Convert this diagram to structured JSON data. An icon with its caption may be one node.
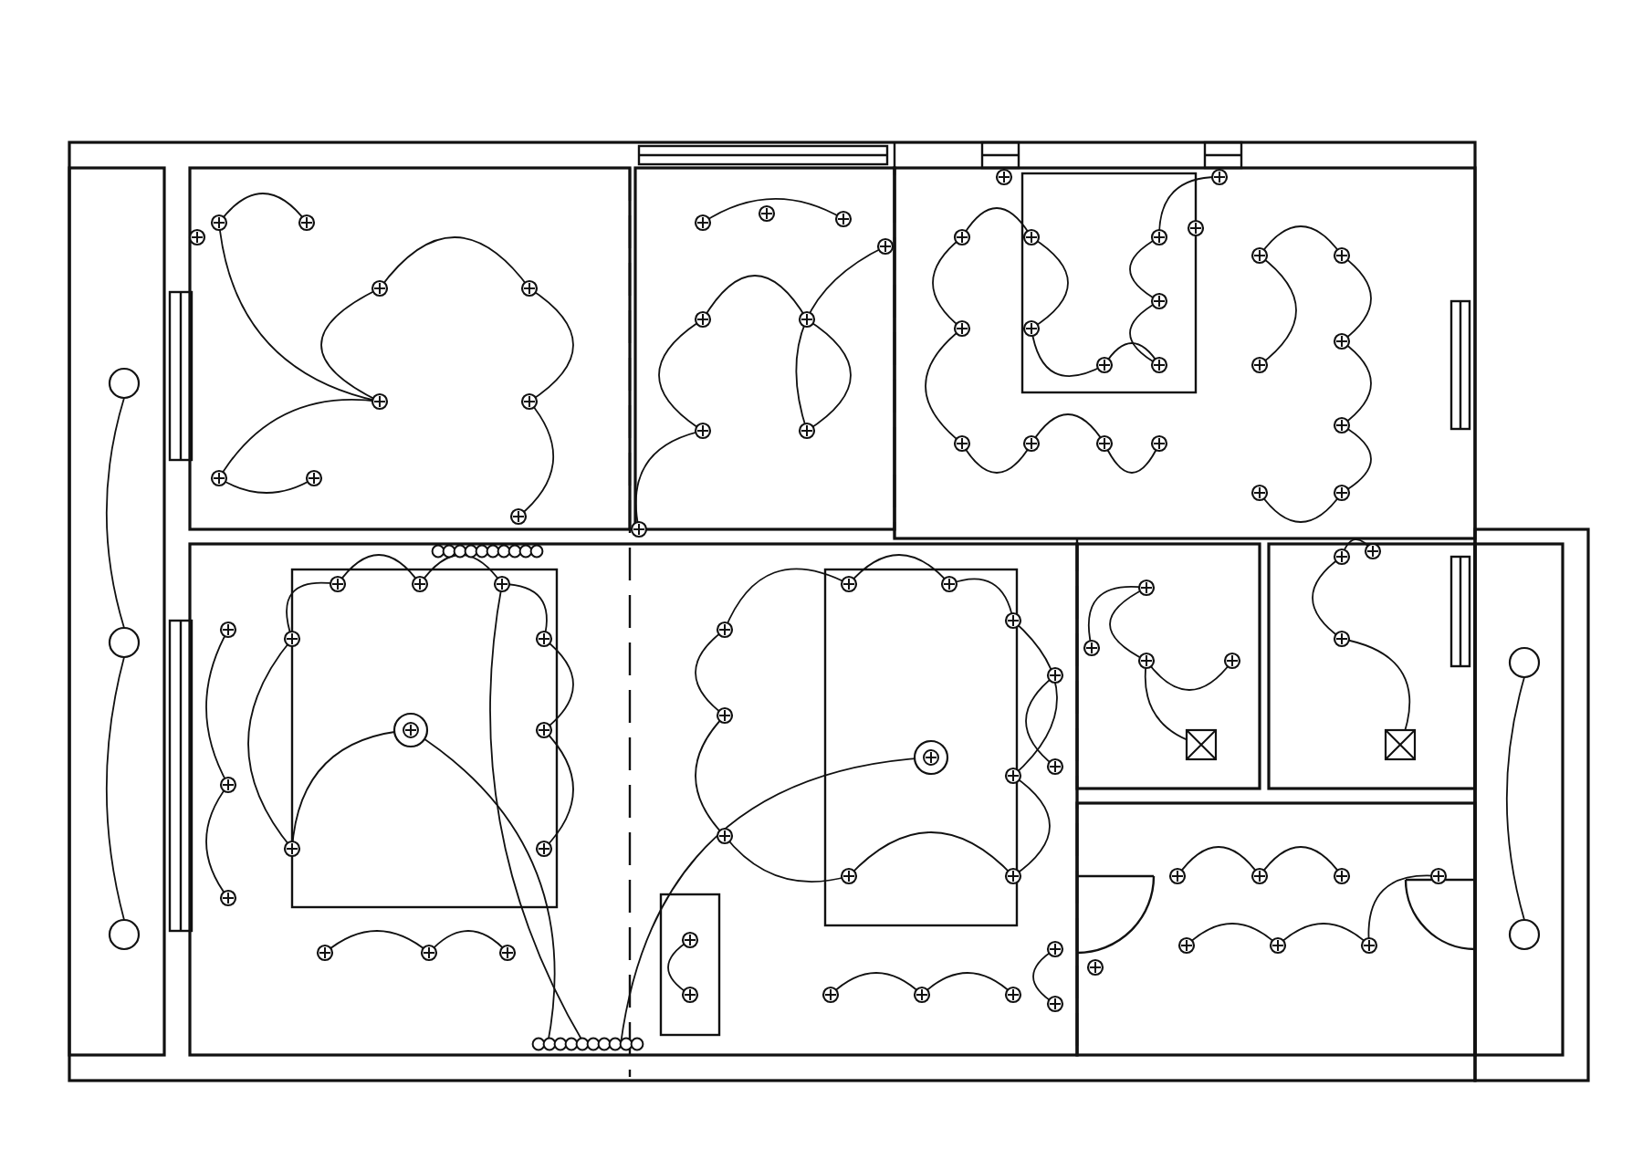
{
  "diagram": {
    "nodes": [
      {
        "text": [],
        "shape": "circle"
      },
      {
        "text": [],
        "shape": "circle"
      },
      {
        "text": [],
        "shape": "circle"
      },
      {
        "text": [],
        "shape": "circle"
      },
      {
        "text": [],
        "shape": "circle"
      }
    ],
    "edges": [
      {
        "from": 0,
        "to": 1,
        "arrow": "none"
      },
      {
        "from": 1,
        "to": 2,
        "arrow": "none"
      },
      {
        "from": 3,
        "to": 4,
        "arrow": "none"
      }
    ]
  }
}
